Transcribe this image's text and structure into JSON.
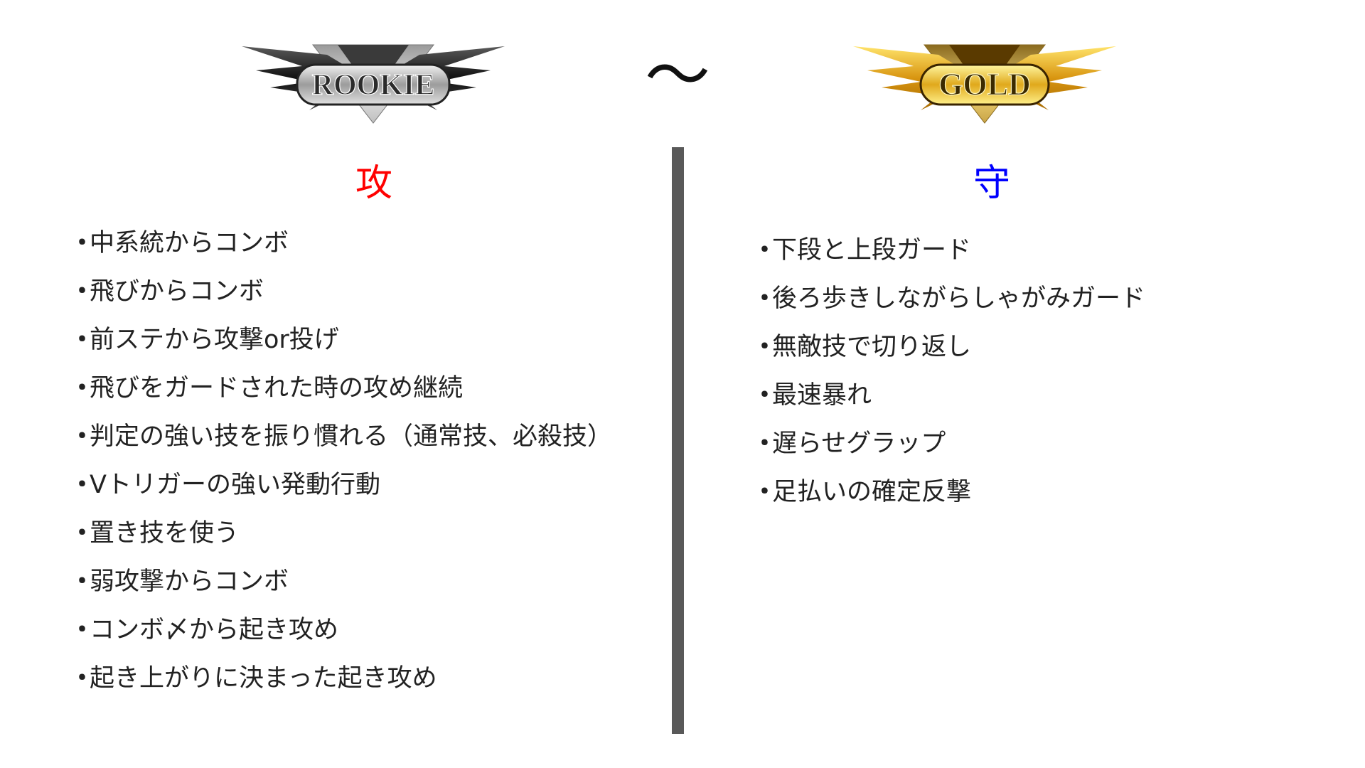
{
  "ranks": {
    "from": {
      "label": "ROOKIE",
      "colors": {
        "metal_light": "#e6e6e6",
        "metal_dark": "#1a1a1a",
        "metal_mid": "#8c8c8c"
      }
    },
    "separator": "～",
    "to": {
      "label": "GOLD",
      "colors": {
        "metal_light": "#fff38a",
        "metal_dark": "#8a5a00",
        "metal_mid": "#d9a21b"
      }
    }
  },
  "attack": {
    "heading": "攻",
    "heading_color": "#ff0000",
    "bullet": "・",
    "items": [
      {
        "text": "中系統からコンボ"
      },
      {
        "text": "飛びからコンボ"
      },
      {
        "text": "前ステから攻撃or投げ"
      },
      {
        "text": "飛びをガードされた時の攻め継続"
      },
      {
        "text": "判定の強い技を振り慣れる（通常技、必殺技）"
      },
      {
        "text": "Vトリガーの強い発動行動"
      },
      {
        "text": "置き技を使う"
      },
      {
        "text": "弱攻撃からコンボ"
      },
      {
        "text": "コンボ〆から起き攻め"
      },
      {
        "text": "起き上がりに決まった起き攻め"
      }
    ]
  },
  "defense": {
    "heading": "守",
    "heading_color": "#0000ff",
    "bullet": "・",
    "items": [
      {
        "text": "下段と上段ガード"
      },
      {
        "text": "後ろ歩きしながらしゃがみガード"
      },
      {
        "text": "無敵技で切り返し"
      },
      {
        "text": "最速暴れ"
      },
      {
        "text": "遅らせグラップ"
      },
      {
        "text": "足払いの確定反撃"
      }
    ]
  },
  "divider_color": "#595959"
}
